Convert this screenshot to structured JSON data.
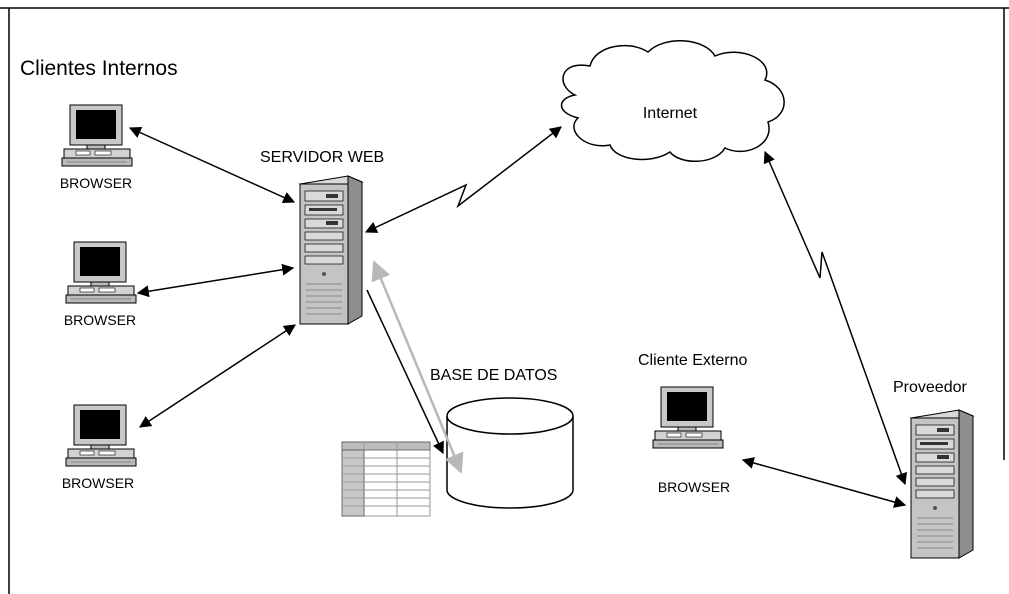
{
  "diagram": {
    "group_label": "Clientes Internos",
    "server_label": "SERVIDOR WEB",
    "database_label": "BASE DE DATOS",
    "internet_label": "Internet",
    "external_client_label": "Cliente Externo",
    "provider_label": "Proveedor",
    "clients": [
      {
        "label": "BROWSER"
      },
      {
        "label": "BROWSER"
      },
      {
        "label": "BROWSER"
      }
    ],
    "external_client": {
      "label": "BROWSER"
    }
  }
}
